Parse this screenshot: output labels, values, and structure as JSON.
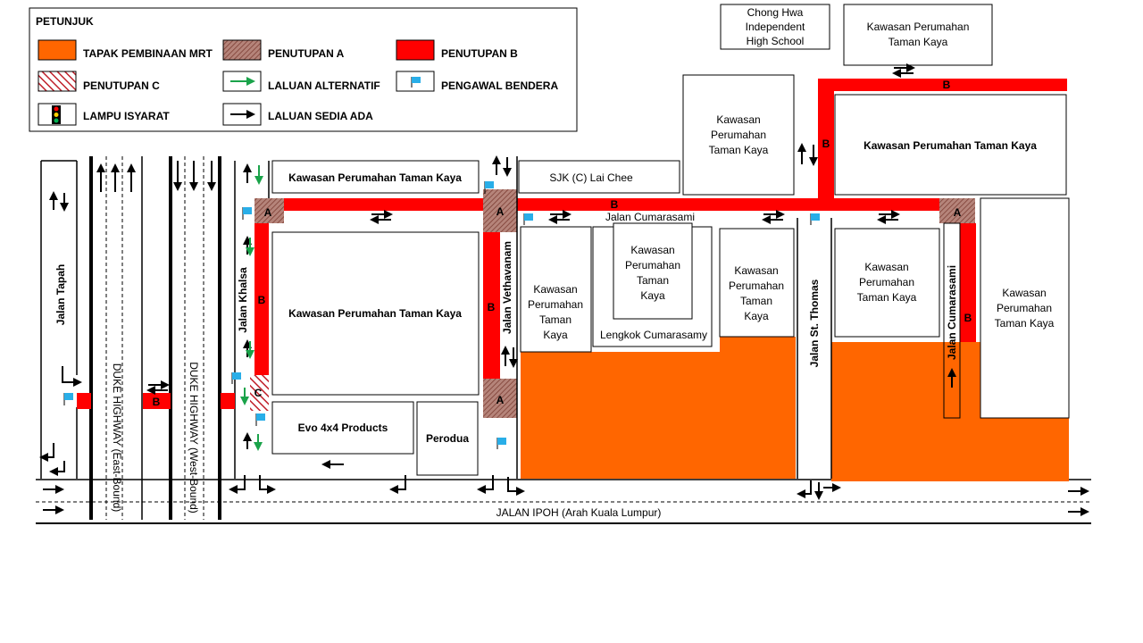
{
  "legend": {
    "title": "PETUNJUK",
    "items": {
      "mrt": "TAPAK PEMBINAAN MRT",
      "closure_a": "PENUTUPAN A",
      "closure_b": "PENUTUPAN B",
      "closure_c": "PENUTUPAN C",
      "alternative": "LALUAN ALTERNATIF",
      "flag": "PENGAWAL BENDERA",
      "traffic_light": "LAMPU ISYARAT",
      "existing": "LALUAN SEDIA ADA"
    }
  },
  "colors": {
    "mrt": "#ff6600",
    "closure_b": "#ff0000",
    "closure_a": "#c87a6a",
    "alternative": "#1aa34a",
    "flag": "#29aee8"
  },
  "zone_letters": {
    "a": "A",
    "b": "B",
    "c": "C"
  },
  "blocks": {
    "chong_hwa": [
      "Chong Hwa",
      "Independent",
      "High School"
    ],
    "tk_top_right": [
      "Kawasan Perumahan",
      "Taman Kaya"
    ],
    "tk_mid_left": [
      "Kawasan",
      "Perumahan",
      "Taman Kaya"
    ],
    "tk_right_wide": "Kawasan Perumahan Taman Kaya",
    "tk_top_strip": "Kawasan Perumahan Taman Kaya",
    "sjk": "SJK (C) Lai Chee",
    "tk_big": "Kawasan Perumahan Taman Kaya",
    "tk_col1": [
      "Kawasan",
      "Perumahan",
      "Taman",
      "Kaya"
    ],
    "tk_col2": [
      "Kawasan",
      "Perumahan",
      "Taman",
      "Kaya"
    ],
    "tk_col3": [
      "Kawasan",
      "Perumahan",
      "Taman",
      "Kaya"
    ],
    "tk_col4": [
      "Kawasan",
      "Perumahan",
      "Taman Kaya"
    ],
    "tk_far_right": [
      "Kawasan",
      "Perumahan",
      "Taman Kaya"
    ],
    "evo": "Evo 4x4 Products",
    "perodua": "Perodua"
  },
  "roads": {
    "jalan_tapah": "Jalan Tapah",
    "jalan_khalsa": "Jalan Khalsa",
    "jalan_vethavanam": "Jalan Vethavanam",
    "jalan_cumarasami_h": "Jalan Cumarasami",
    "lengkok": "Lengkok Cumarasamy",
    "jalan_st_thomas": "Jalan St. Thomas",
    "jalan_cumarasami_v": "Jalan Cumarasami",
    "duke_east": "DUKE HIGHWAY (East-Bound)",
    "duke_west": "DUKE HIGHWAY (West-Bound)",
    "jalan_ipoh": "JALAN IPOH (Arah Kuala Lumpur)"
  }
}
